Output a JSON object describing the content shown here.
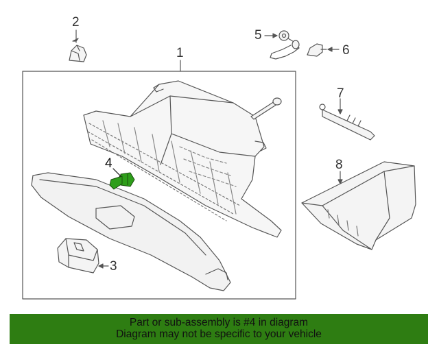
{
  "callouts": {
    "part1": "1",
    "part2": "2",
    "part3": "3",
    "part4": "4",
    "part5": "5",
    "part6": "6",
    "part7": "7",
    "part8": "8"
  },
  "banner": {
    "line1": "Part or sub-assembly is #4 in diagram",
    "line2": "Diagram may not be specific to your vehicle"
  },
  "colors": {
    "highlight_part": "#2e9e1a",
    "banner_background": "#2e7d12",
    "line_art": "#555555"
  }
}
